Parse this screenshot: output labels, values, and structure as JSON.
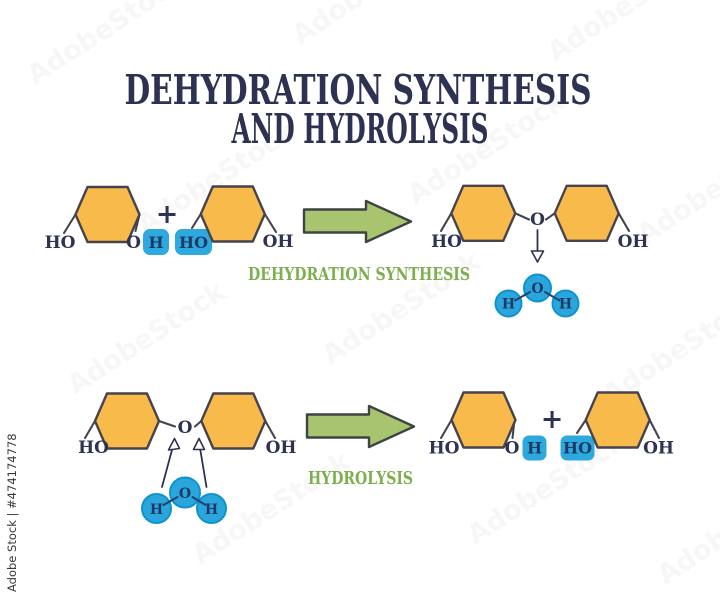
{
  "title": {
    "line1": "DEHYDRATION SYNTHESIS",
    "line2": "AND HYDROLYSIS"
  },
  "colors": {
    "title_navy": "#2E3252",
    "hexagon_fill": "#F8BB4B",
    "outline_dark": "#45434E",
    "highlight_blue": "#2EA9DE",
    "water_blue": "#2AA6DC",
    "water_blue_border": "#0E93CC",
    "arrow_green_fill": "#A9C46F",
    "arrow_green_outline": "#3E4443",
    "label_green": "#7CB04E",
    "label_navy": "#2F3353",
    "molecule_letter_navy": "#1E3A66"
  },
  "dehydration": {
    "section_label": "DEHYDRATION SYNTHESIS",
    "reactant1": {
      "left": "HO",
      "right": "O",
      "leaving_h": "H"
    },
    "plus": "+",
    "reactant2": {
      "leaving_ho": "HO",
      "right": "OH"
    },
    "product": {
      "left": "HO",
      "bond_o": "O",
      "right": "OH"
    },
    "water": {
      "h_left": "H",
      "o": "O",
      "h_right": "H"
    }
  },
  "hydrolysis": {
    "section_label": "HYDROLYSIS",
    "reactant": {
      "left": "HO",
      "bond_o": "O",
      "right": "OH"
    },
    "water": {
      "h_left": "H",
      "o": "O",
      "h_right": "H"
    },
    "product1": {
      "left": "HO",
      "right": "O",
      "gained_h": "H"
    },
    "plus": "+",
    "product2": {
      "gained_ho": "HO",
      "right": "OH"
    }
  },
  "watermarks": {
    "side_credit": "Adobe Stock | #474174778",
    "tile_text": "AdobeStock"
  }
}
